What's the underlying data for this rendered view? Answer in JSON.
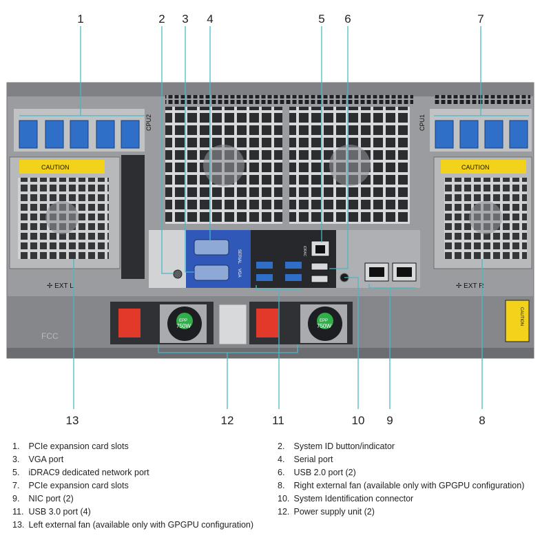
{
  "callouts": [
    "1",
    "2",
    "3",
    "4",
    "5",
    "6",
    "7",
    "13",
    "12",
    "11",
    "10",
    "9",
    "8"
  ],
  "chassis": {
    "cpu2_label": "CPU2",
    "cpu1_label": "CPU1",
    "caution_text": "CAUTION",
    "ext_left": "✢ EXT L",
    "ext_right": "✢ EXT R",
    "psu_rating": "750W",
    "psu_brand": "EPP",
    "fcc_text": "FCC",
    "serial_tag": "SERIAL",
    "vga_tag": "VGA",
    "idrac_tag": "iDRAC",
    "side_caution": "CAUTION"
  },
  "legend": [
    {
      "num": "1.",
      "text": "PCIe expansion card slots"
    },
    {
      "num": "2.",
      "text": "System ID button/indicator"
    },
    {
      "num": "3.",
      "text": "VGA port"
    },
    {
      "num": "4.",
      "text": "Serial port"
    },
    {
      "num": "5.",
      "text": "iDRAC9 dedicated network port"
    },
    {
      "num": "6.",
      "text": "USB 2.0 port (2)"
    },
    {
      "num": "7.",
      "text": "PCIe expansion card slots"
    },
    {
      "num": "8.",
      "text": "Right external fan (available only with GPGPU configuration)"
    },
    {
      "num": "9.",
      "text": "NIC port (2)"
    },
    {
      "num": "10.",
      "text": "System Identification connector"
    },
    {
      "num": "11.",
      "text": "USB 3.0 port (4)"
    },
    {
      "num": "12.",
      "text": "Power supply unit (2)"
    },
    {
      "num": "13.",
      "text": "Left external fan (available only with GPGPU configuration)"
    }
  ],
  "colors": {
    "callout_line": "#4ab8c8",
    "chassis": "#8e9093",
    "metal": "#a9abae",
    "dark": "#2a2c30",
    "port_blue": "#2f6fc7",
    "caution_yellow": "#f2d21b"
  }
}
